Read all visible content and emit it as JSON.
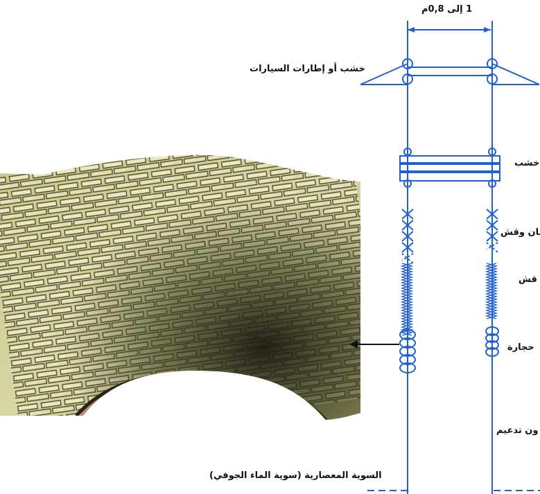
{
  "diagram": {
    "width_label": "1 إلى 0,8م",
    "labels": {
      "top_frame": "خشب أو إطارات السيارات",
      "wood": "خشب",
      "rope_mesh": "سان وقش",
      "straw": "قش",
      "stone": "حجارة",
      "no_support": "ون تدعيم",
      "water_table": "السوية المعصارية (سوية الماء الجوفي)"
    },
    "colors": {
      "line": "#1f5fd6",
      "rope": "#1f5fd6",
      "ground_dash": "#1f5fd6"
    }
  },
  "photo": {
    "subject": "stone-lined-well-interior"
  }
}
